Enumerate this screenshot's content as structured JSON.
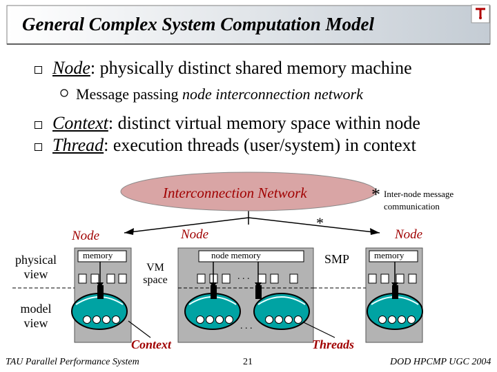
{
  "title": "General Complex System Computation Model",
  "bullets": {
    "node_term": "Node",
    "node_text": ": physically distinct shared memory machine",
    "sub_text_plain": "Message passing ",
    "sub_text_italic": "node interconnection network",
    "context_term": "Context",
    "context_text": ": distinct virtual memory space within node",
    "thread_term": "Thread",
    "thread_text": ": execution threads (user/system) in context"
  },
  "diagram": {
    "network_label": "Interconnection Network",
    "asterisk": "*",
    "legend_line1": "Inter-node message",
    "legend_line2": "communication",
    "node_left": "Node",
    "node_middle": "Node",
    "node_right": "Node",
    "physical_view_line1": "physical",
    "physical_view_line2": "view",
    "model_view_line1": "model",
    "model_view_line2": "view",
    "memory_left": "memory",
    "node_memory": "node memory",
    "memory_right": "memory",
    "vm_line1": "VM",
    "vm_line2": "space",
    "smp": "SMP",
    "ellipsis": ". . .",
    "context_label": "Context",
    "threads_label": "Threads"
  },
  "footer": {
    "left": "TAU Parallel Performance System",
    "page": "21",
    "right": "DOD HPCMP UGC 2004"
  },
  "colors": {
    "title_bar_gradient_start": "#ffffff",
    "title_bar_gradient_end": "#c8d0d8",
    "network_ellipse": "#d9a5a5",
    "label_red": "#a00000",
    "node_box": "#b3b3b3",
    "context_oval": "#00a3a3"
  }
}
